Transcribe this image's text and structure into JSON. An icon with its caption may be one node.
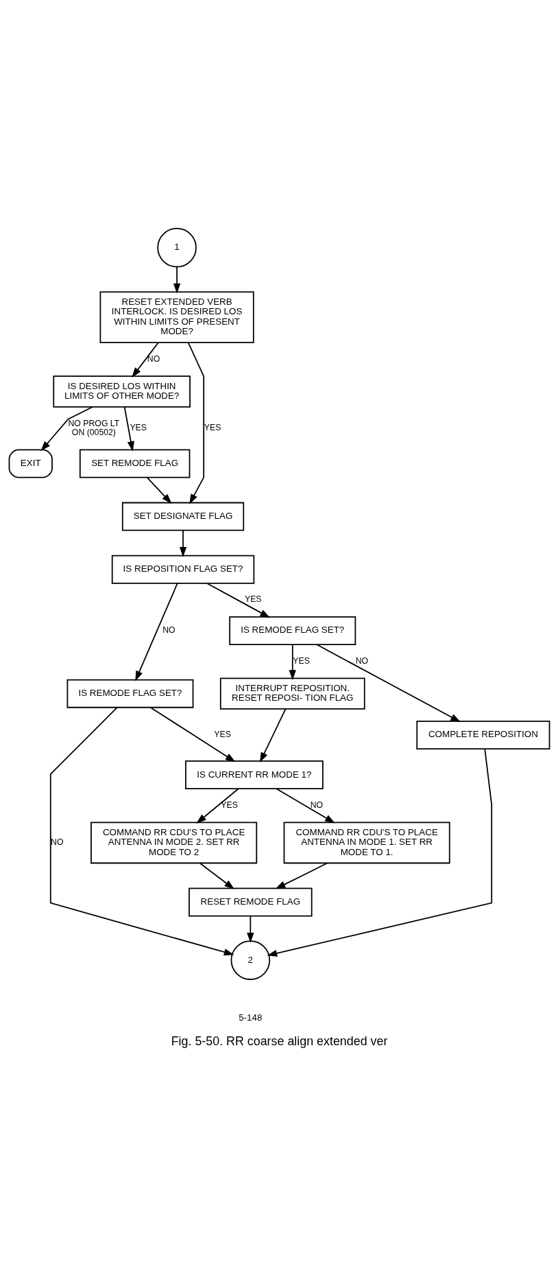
{
  "diagram": {
    "caption": "Fig. 5-50. RR coarse align extended ver",
    "nodes": [
      {
        "text": [
          "1"
        ]
      },
      {
        "text": [
          "RESET EXTENDED VERB INTERLOCK. IS DESIRED LOS WITHIN LIMITS OF PRESENT MODE?"
        ]
      },
      {
        "text": [
          "IS DESIRED LOS WITHIN LIMITS OF OTHER MODE?"
        ]
      },
      {
        "text": [
          "SET REMODE FLAG"
        ]
      },
      {
        "text": [
          "EXIT"
        ]
      },
      {
        "text": [
          "SET DESIGNATE FLAG"
        ]
      },
      {
        "text": [
          "IS REPOSITION FLAG SET?"
        ]
      },
      {
        "text": [
          "IS REMODE FLAG SET?"
        ]
      },
      {
        "text": [
          "IS REMODE FLAG SET?"
        ]
      },
      {
        "text": [
          "INTERRUPT REPOSITION. RESET REPOSI- TION FLAG"
        ]
      },
      {
        "text": [
          "COMPLETE REPOSITION"
        ]
      },
      {
        "text": [
          "IS CURRENT RR MODE 1?"
        ]
      },
      {
        "text": [
          "COMMAND RR CDU'S TO PLACE ANTENNA IN MODE 2. SET RR MODE TO 2"
        ]
      },
      {
        "text": [
          "COMMAND RR CDU'S TO PLACE ANTENNA IN MODE 1. SET RR MODE TO 1."
        ]
      },
      {
        "text": [
          "RESET REMODE FLAG"
        ]
      },
      {
        "text": [
          "2"
        ]
      }
    ],
    "edges": [
      {
        "from": 0,
        "to": 1,
        "arrow": "to"
      },
      {
        "from": 1,
        "to": 2,
        "arrow": "to",
        "label": "NO"
      },
      {
        "from": 1,
        "to": 5,
        "arrow": "to",
        "label": "YES"
      },
      {
        "from": 2,
        "to": 3,
        "arrow": "to",
        "label": "YES"
      },
      {
        "from": 2,
        "to": 4,
        "arrow": "to",
        "label": "NO PROG LT ON (00502)"
      },
      {
        "from": 3,
        "to": 5,
        "arrow": "to"
      },
      {
        "from": 5,
        "to": 6,
        "arrow": "to"
      },
      {
        "from": 6,
        "to": 7,
        "arrow": "to",
        "label": "NO"
      },
      {
        "from": 6,
        "to": 8,
        "arrow": "to",
        "label": "YES"
      },
      {
        "from": 7,
        "to": 15,
        "arrow": "to",
        "label": "NO"
      },
      {
        "from": 7,
        "to": 11,
        "arrow": "to",
        "label": "YES"
      },
      {
        "from": 8,
        "to": 9,
        "arrow": "to",
        "label": "YES"
      },
      {
        "from": 8,
        "to": 10,
        "arrow": "to",
        "label": "NO"
      },
      {
        "from": 9,
        "to": 11,
        "arrow": "to"
      },
      {
        "from": 10,
        "to": 15,
        "arrow": "to"
      },
      {
        "from": 11,
        "to": 12,
        "arrow": "to",
        "label": "YES"
      },
      {
        "from": 11,
        "to": 13,
        "arrow": "to",
        "label": "NO"
      },
      {
        "from": 12,
        "to": 14,
        "arrow": "to"
      },
      {
        "from": 13,
        "to": 14,
        "arrow": "to"
      },
      {
        "from": 14,
        "to": 15,
        "arrow": "to"
      }
    ],
    "labels": [
      "5-148"
    ]
  }
}
